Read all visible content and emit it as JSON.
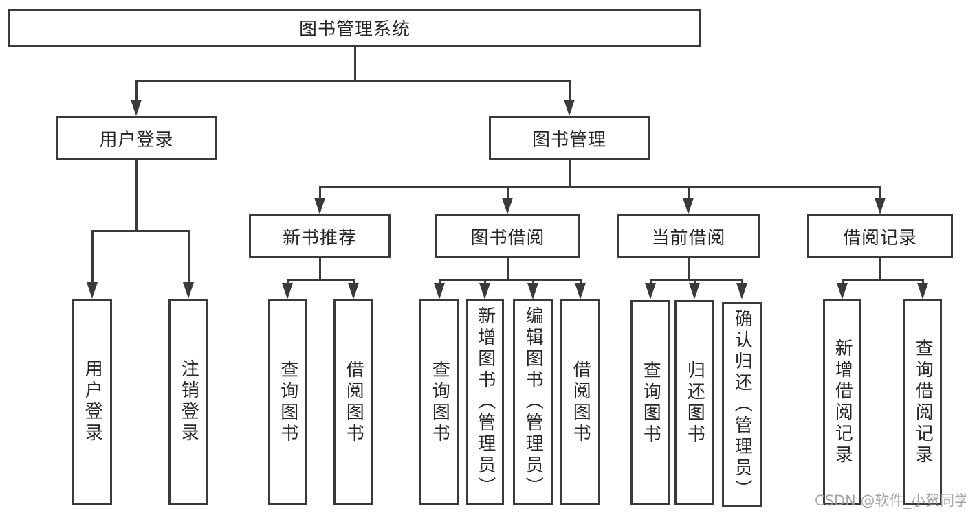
{
  "diagram": {
    "type": "hierarchy-tree",
    "watermark": "CSDN @软件_小贺同学",
    "colors": {
      "line": "#3a3a3a",
      "box_border": "#3a3a3a",
      "text": "#262626",
      "background": "#ffffff",
      "watermark": "#9b9b9b"
    }
  },
  "nodes": {
    "root": {
      "label": "图书管理系统"
    },
    "user_login": {
      "label": "用户登录"
    },
    "book_mgmt": {
      "label": "图书管理"
    },
    "new_book_rec": {
      "label": "新书推荐"
    },
    "book_borrow": {
      "label": "图书借阅"
    },
    "current_borrow": {
      "label": "当前借阅"
    },
    "borrow_record": {
      "label": "借阅记录"
    },
    "leaf_user_login": {
      "label": "用户登录"
    },
    "leaf_logout": {
      "label": "注销登录"
    },
    "leaf_nbr_query": {
      "label": "查询图书"
    },
    "leaf_nbr_borrow": {
      "label": "借阅图书"
    },
    "leaf_bb_query": {
      "label": "查询图书"
    },
    "leaf_bb_add": {
      "label": "新增图书（管理员）"
    },
    "leaf_bb_edit": {
      "label": "编辑图书（管理员）"
    },
    "leaf_bb_borrow": {
      "label": "借阅图书"
    },
    "leaf_cb_query": {
      "label": "查询图书"
    },
    "leaf_cb_return": {
      "label": "归还图书"
    },
    "leaf_cb_confirm": {
      "label": "确认归还（管理员）"
    },
    "leaf_br_add": {
      "label": "新增借阅记录"
    },
    "leaf_br_query": {
      "label": "查询借阅记录"
    }
  },
  "structure": {
    "图书管理系统": {
      "用户登录": [
        "用户登录",
        "注销登录"
      ],
      "图书管理": {
        "新书推荐": [
          "查询图书",
          "借阅图书"
        ],
        "图书借阅": [
          "查询图书",
          "新增图书（管理员）",
          "编辑图书（管理员）",
          "借阅图书"
        ],
        "当前借阅": [
          "查询图书",
          "归还图书",
          "确认归还（管理员）"
        ],
        "借阅记录": [
          "新增借阅记录",
          "查询借阅记录"
        ]
      }
    }
  }
}
